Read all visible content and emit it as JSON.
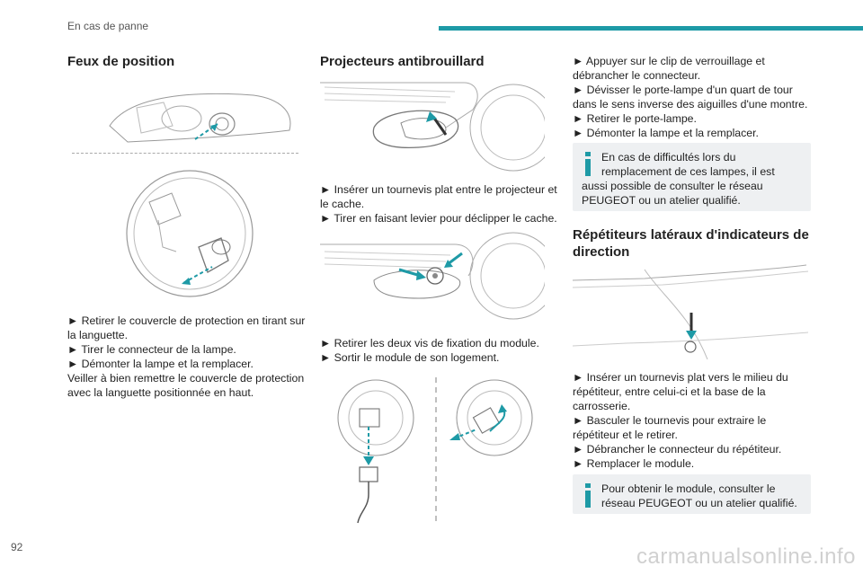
{
  "header": {
    "section_title": "En cas de panne",
    "accent_color": "#1e9aa6"
  },
  "footer": {
    "page_number": "92",
    "watermark": "carmanualsonline.info"
  },
  "col1": {
    "heading": "Feux de position",
    "steps": [
      "► Retirer le couvercle de protection en tirant sur la languette.",
      "► Tirer le connecteur de la lampe.",
      "► Démonter la lampe et la remplacer.",
      "Veiller à bien remettre le couvercle de protection avec la languette positionnée en haut."
    ]
  },
  "col2": {
    "heading": "Projecteurs antibrouillard",
    "steps_a": [
      "► Insérer un tournevis plat entre le projecteur et le cache.",
      "► Tirer en faisant levier pour déclipper le cache."
    ],
    "steps_b": [
      "► Retirer les deux vis de fixation du module.",
      "► Sortir le module de son logement."
    ]
  },
  "col3": {
    "steps_a": [
      "► Appuyer sur le clip de verrouillage et débrancher le connecteur.",
      "► Dévisser le porte-lampe d'un quart de tour dans le sens inverse des aiguilles d'une montre.",
      "► Retirer le porte-lampe.",
      "► Démonter la lampe et la remplacer."
    ],
    "info1": "En cas de difficultés lors du remplacement de ces lampes, il est aussi possible de consulter le réseau PEUGEOT ou un atelier qualifié.",
    "heading": "Répétiteurs latéraux d'indicateurs de direction",
    "steps_b": [
      "► Insérer un tournevis plat vers le milieu du répétiteur, entre celui-ci et la base de la carrosserie.",
      "► Basculer le tournevis pour extraire le répétiteur et le retirer.",
      "► Débrancher le connecteur du répétiteur.",
      "► Remplacer le module."
    ],
    "info2": "Pour obtenir le module, consulter le réseau PEUGEOT ou un atelier qualifié."
  }
}
